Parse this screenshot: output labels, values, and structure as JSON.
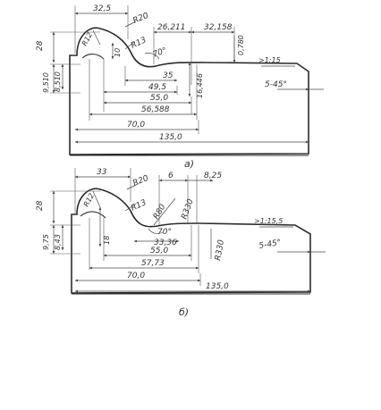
{
  "figure_a": {
    "caption": "а)",
    "dims": {
      "d32_5": "32,5",
      "r20": "R20",
      "r12": "R12",
      "r13": "R13",
      "d26_211": "26,211",
      "d32_158": "32,158",
      "d28": "28",
      "d10": "10",
      "a70": "70°",
      "d0_780": "0,780",
      "taper": ">1:15",
      "d9_510": "9,510",
      "d8_510": "8,510",
      "d35": "35",
      "d16_446": "16,446",
      "chamfer": "5-45°",
      "d49_5": "49,5",
      "d55_0": "55,0",
      "d56_588": "56,588",
      "d70_0": "70,0",
      "d135_0": "135,0"
    }
  },
  "figure_b": {
    "caption": "б)",
    "dims": {
      "d33": "33",
      "r20": "R20",
      "r12": "R12",
      "r13": "R13",
      "d6": "6",
      "d8_25": "8,25",
      "d28": "28",
      "r80": "R80",
      "r330a": "R330",
      "taper": ">1:15,5",
      "d9_75": "9,75",
      "d8_43": "8,43",
      "d18": "18",
      "a70": "70°",
      "d33_36": "33,36",
      "r330b": "R330",
      "chamfer": "5-45°",
      "d55_0": "55,0",
      "d57_73": "57,73",
      "d70_0": "70,0",
      "d135_0": "135,0"
    }
  }
}
